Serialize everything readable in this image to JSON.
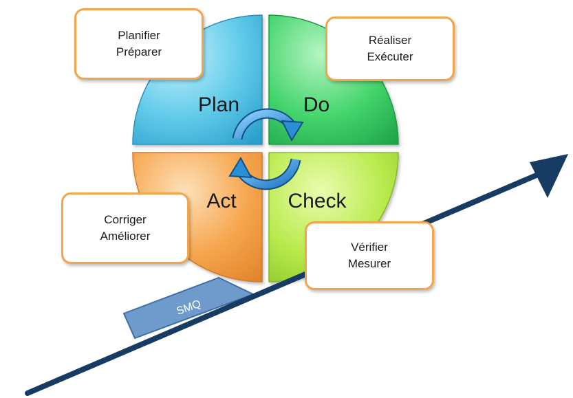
{
  "quadrants": {
    "plan": "Plan",
    "do": "Do",
    "check": "Check",
    "act": "Act"
  },
  "notes": {
    "plan": {
      "line1": "Planifier",
      "line2": "Préparer"
    },
    "do": {
      "line1": "Réaliser",
      "line2": "Exécuter"
    },
    "act": {
      "line1": "Corriger",
      "line2": "Améliorer"
    },
    "check": {
      "line1": "Vérifier",
      "line2": "Mesurer"
    }
  },
  "wedge_label": "SMQ",
  "colors": {
    "plan": "#5cc8e8",
    "do": "#3fd36a",
    "check": "#b6e94a",
    "act": "#f5a04a",
    "arrow": "#173b63",
    "wedge": "#6e9bcc",
    "note_border": "#f2a54c",
    "cycle_arrow": "#2b8fd6"
  },
  "icons": {
    "cycle": "circular-arrows-icon",
    "trend": "upward-arrow-icon"
  }
}
